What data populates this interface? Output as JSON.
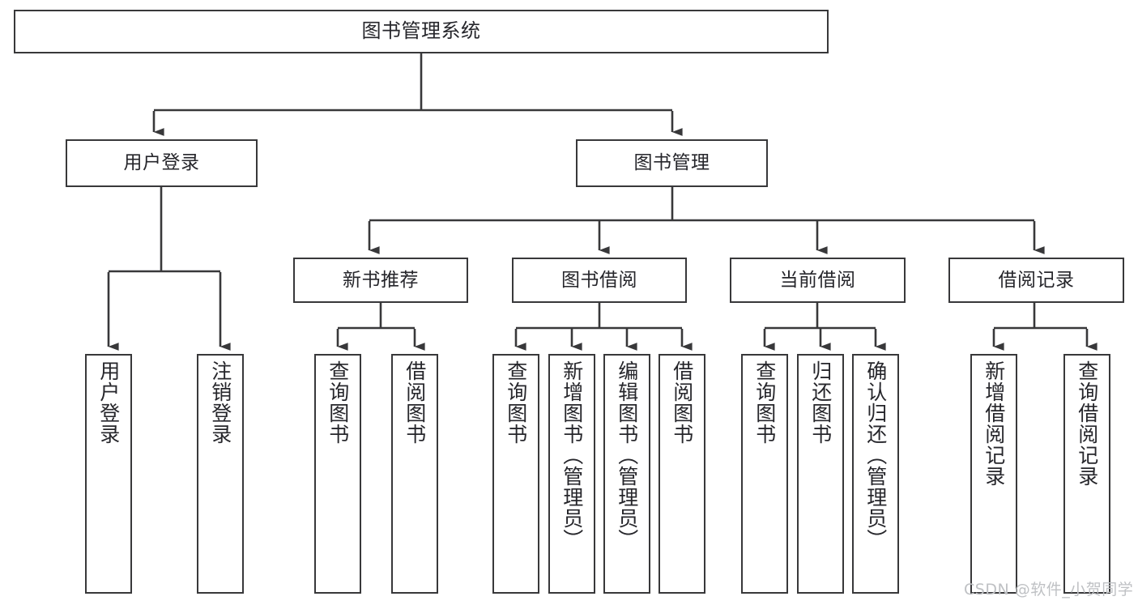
{
  "diagram": {
    "type": "tree-hierarchy",
    "title": "图书管理系统",
    "watermark": "CSDN @软件_小贺同学",
    "line_color": "#38383a",
    "box_fill": "#ffffff",
    "text_color": "#26262b",
    "watermark_color": "#bfc1c4"
  },
  "nodes": {
    "root": {
      "label": "图书管理系统",
      "level": 0
    },
    "level1": [
      {
        "id": "user-login",
        "label": "用户登录"
      },
      {
        "id": "book-manage",
        "label": "图书管理"
      }
    ],
    "level2": [
      {
        "id": "new-book-recommend",
        "label": "新书推荐",
        "parent": "book-manage"
      },
      {
        "id": "book-borrow",
        "label": "图书借阅",
        "parent": "book-manage"
      },
      {
        "id": "current-borrow",
        "label": "当前借阅",
        "parent": "book-manage"
      },
      {
        "id": "borrow-record",
        "label": "借阅记录",
        "parent": "book-manage"
      }
    ],
    "leaves": [
      {
        "id": "leaf-user-login",
        "label": "用户登录",
        "parent": "user-login"
      },
      {
        "id": "leaf-logout",
        "label": "注销登录",
        "parent": "user-login"
      },
      {
        "id": "leaf-query-book-1",
        "label": "查询图书",
        "parent": "new-book-recommend"
      },
      {
        "id": "leaf-borrow-book-1",
        "label": "借阅图书",
        "parent": "new-book-recommend"
      },
      {
        "id": "leaf-query-book-2",
        "label": "查询图书",
        "parent": "book-borrow"
      },
      {
        "id": "leaf-add-book",
        "label": "新增图书（管理员）",
        "parent": "book-borrow"
      },
      {
        "id": "leaf-edit-book",
        "label": "编辑图书（管理员）",
        "parent": "book-borrow"
      },
      {
        "id": "leaf-borrow-book-2",
        "label": "借阅图书",
        "parent": "book-borrow"
      },
      {
        "id": "leaf-query-book-3",
        "label": "查询图书",
        "parent": "current-borrow"
      },
      {
        "id": "leaf-return-book",
        "label": "归还图书",
        "parent": "current-borrow"
      },
      {
        "id": "leaf-confirm-return",
        "label": "确认归还（管理员）",
        "parent": "current-borrow"
      },
      {
        "id": "leaf-add-record",
        "label": "新增借阅记录",
        "parent": "borrow-record"
      },
      {
        "id": "leaf-query-record",
        "label": "查询借阅记录",
        "parent": "borrow-record"
      }
    ]
  }
}
